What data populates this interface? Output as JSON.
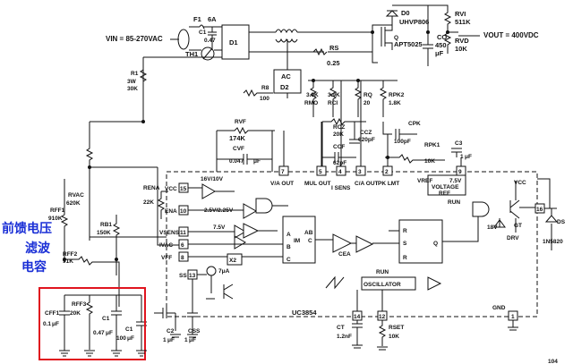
{
  "input": {
    "vin": "VIN = 85-270VAC",
    "fuse": "F1",
    "fuse_rating": "6A",
    "thermistor": "TH1",
    "cap_in": "C1",
    "cap_in_value": "0.47",
    "bridge": "D1",
    "ac_d2": "AC",
    "d2": "D2"
  },
  "output": {
    "diode": "D0",
    "diode_part": "UHVP806",
    "mosfet": "Q",
    "mosfet_part": "APT5025",
    "co": "CO",
    "co_value": "450",
    "vout": "VOUT = 400VDC",
    "rvi": "RVI",
    "rvi_value": "511K",
    "rvd": "RVD",
    "rvd_value": "10K"
  },
  "resistors": {
    "r1": "R1",
    "r1_power": "3W",
    "r1_value": "30K",
    "rs": "RS",
    "rs_value": "0.25",
    "r8": "R8",
    "r8_value": "100",
    "rmo": "RMO",
    "rmo_value": "3.9K",
    "rci": "RCI",
    "rci_value": "3.9K",
    "rq": "RQ",
    "rq_value": "20",
    "rpk2": "RPK2",
    "rpk2_value": "1.8K",
    "rvf": "RVF",
    "rvf_value": "174K",
    "rcz": "RCZ",
    "rcz_value": "20K",
    "rpk1": "RPK1",
    "rpk1_value": "10K",
    "rvac": "RVAC",
    "rvac_value": "620K",
    "rff1": "RFF1",
    "rff1_value": "910K",
    "rff2": "RFF2",
    "rff2_value": "91K",
    "rb1": "RB1",
    "rb1_value": "150K",
    "rff3": "RFF3",
    "rff3_value": "20K",
    "rena": "RENA",
    "rena_value": "22K",
    "rset": "RSET",
    "rset_value": "10K"
  },
  "capacitors": {
    "cvf": "CVF",
    "cvf_value": "0.047",
    "ccf": "CCF",
    "ccf_value": "62pF",
    "ccz": "CCZ",
    "ccz_value": "620pF",
    "cpk": "CPK",
    "cpk_value": "100pF",
    "c3": "C3",
    "c3_value": "1",
    "cff1": "CFF1",
    "cff1_value": "0.1",
    "c1": "C1",
    "c1_value": "0.47",
    "c1b_value": "100",
    "c2": "C2",
    "c2_value": "1",
    "css": "CSS",
    "css_value": "1",
    "ct": "CT",
    "ct_value": "1.2nF"
  },
  "ic": {
    "name": "UC3854",
    "pins": {
      "vcc": "VCC",
      "ena": "ENA",
      "vsens": "VSENS",
      "ivac": "IVAC",
      "vff": "VFF",
      "ss": "SS",
      "gnd": "GND",
      "va_out": "V/A OUT",
      "mult_out": "MUL OUT",
      "isens": "I SENS",
      "ca_out": "C/A OUT",
      "pk_lmt": "PK LMT",
      "vref": "VREF",
      "run": "RUN",
      "ct_pin": "CT",
      "rset_pin": "RSET",
      "ds": "DS"
    },
    "pin_numbers": [
      "2",
      "5",
      "6",
      "7",
      "8",
      "10",
      "11",
      "12",
      "13",
      "14",
      "15",
      "16",
      "1",
      "3",
      "4",
      "9"
    ],
    "blocks": {
      "uvlo": "16V/10V",
      "ena_ref": "2.5V/2.25V",
      "sens_ref": "7.5V",
      "x2": "X2",
      "mult_a": "A",
      "mult_b": "B",
      "mult_c": "C",
      "mult_im": "IM",
      "mult_ab": "AB",
      "mult_c2": "C",
      "cea": "CEA",
      "osc": "OSCILLATOR",
      "vref_block": "7.5V",
      "vref_label": "VOLTAGE",
      "ref_label": "REF",
      "run": "RUN",
      "ff_r": "R",
      "ff_s": "S",
      "ff_q": "Q",
      "ff_r2": "R",
      "ss_current": "7μA",
      "vref_pin": "VREF",
      "vcc2": "VCC",
      "drv_zener": "18V",
      "drv_gt": "GT",
      "drv": "DRV",
      "diode": "1N5820",
      "ds": "DS"
    }
  },
  "annotation": {
    "line1": "前馈电压",
    "line2": "滤波",
    "line3": "电容"
  },
  "page_number": "104"
}
